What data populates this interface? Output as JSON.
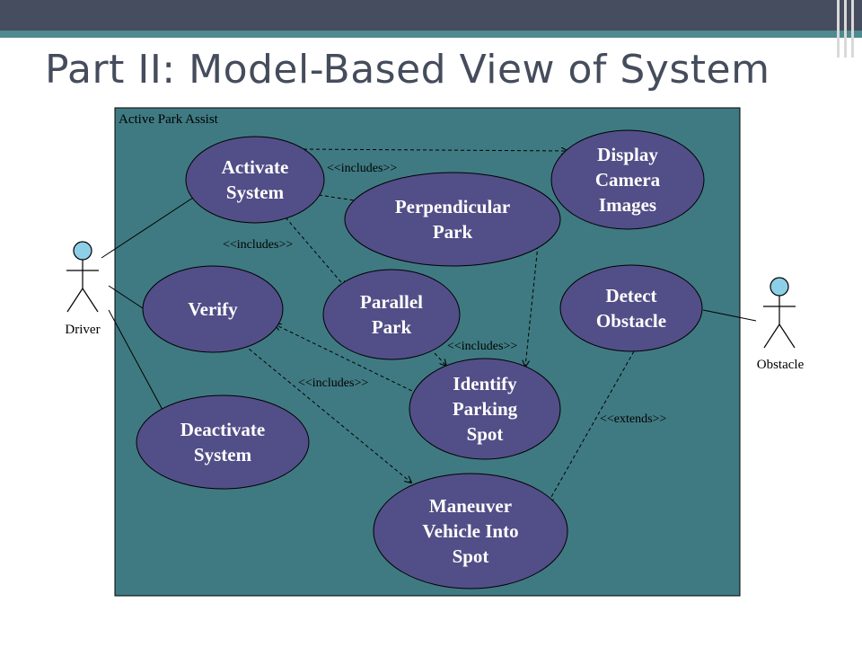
{
  "slide": {
    "title": "Part II: Model-Based View of System"
  },
  "diagram": {
    "system_name": "Active Park Assist",
    "actors": [
      {
        "id": "driver",
        "name": "Driver"
      },
      {
        "id": "obstacle",
        "name": "Obstacle"
      }
    ],
    "use_cases": [
      {
        "id": "activate",
        "lines": [
          "Activate",
          "System"
        ]
      },
      {
        "id": "display",
        "lines": [
          "Display",
          "Camera",
          "Images"
        ]
      },
      {
        "id": "perpendicular",
        "lines": [
          "Perpendicular",
          "Park"
        ]
      },
      {
        "id": "verify",
        "lines": [
          "Verify"
        ]
      },
      {
        "id": "parallel",
        "lines": [
          "Parallel",
          "Park"
        ]
      },
      {
        "id": "detect",
        "lines": [
          "Detect",
          "Obstacle"
        ]
      },
      {
        "id": "identify",
        "lines": [
          "Identify",
          "Parking",
          "Spot"
        ]
      },
      {
        "id": "deactivate",
        "lines": [
          "Deactivate",
          "System"
        ]
      },
      {
        "id": "maneuver",
        "lines": [
          "Maneuver",
          "Vehicle Into",
          "Spot"
        ]
      }
    ],
    "relationship_labels": [
      {
        "id": "rel-1",
        "text": "<<includes>>"
      },
      {
        "id": "rel-2",
        "text": "<<includes>>"
      },
      {
        "id": "rel-3",
        "text": "<<includes>>"
      },
      {
        "id": "rel-4",
        "text": "<<includes>>"
      },
      {
        "id": "rel-5",
        "text": "<<extends>>"
      }
    ],
    "colors": {
      "system_fill": "#3f7a82",
      "use_case_fill": "#524e87",
      "use_case_text": "#ffffff",
      "actor_head": "#8ccfe6",
      "line": "#000000"
    }
  }
}
